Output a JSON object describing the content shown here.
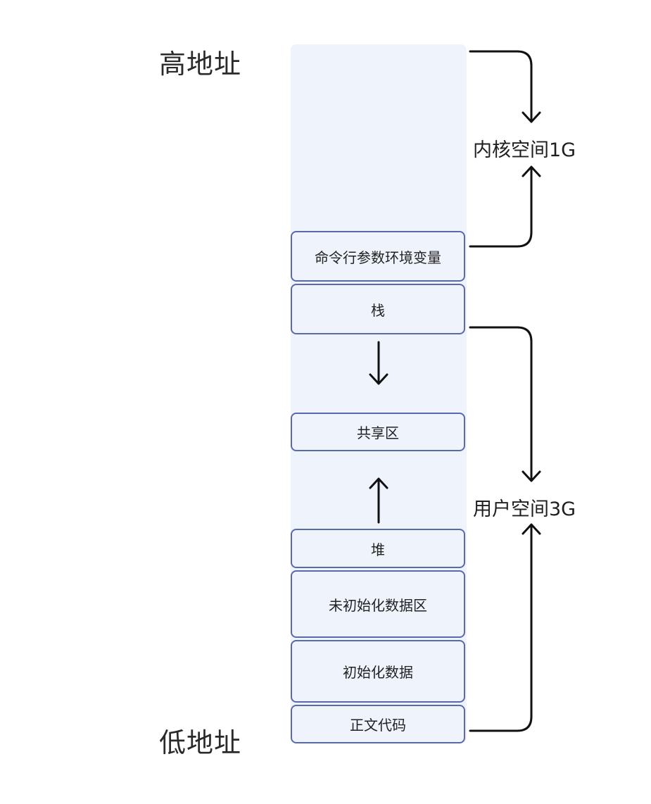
{
  "address_labels": {
    "high": "高地址",
    "low": "低地址"
  },
  "segments": {
    "cmdline_env": "命令行参数环境变量",
    "stack": "栈",
    "shared": "共享区",
    "heap": "堆",
    "bss": "未初始化数据区",
    "data": "初始化数据",
    "text": "正文代码"
  },
  "regions": {
    "kernel": "内核空间1G",
    "user": "用户空间3G"
  },
  "colors": {
    "column_fill": "#eef3fc",
    "segment_border": "#5a6aa8",
    "arrow": "#111111"
  }
}
